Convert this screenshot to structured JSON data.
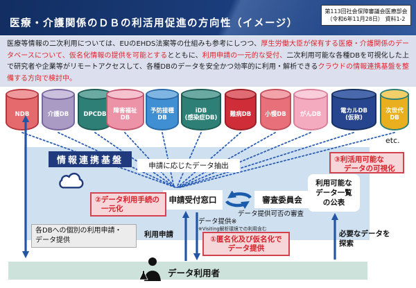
{
  "header": {
    "title": "医療・介護関係のＤＢの利活用促進の方向性（イメージ）",
    "citation_line1": "第113回社会保障審議会医療部会",
    "citation_line2": "（令和6年11月28日） 資料1-2"
  },
  "summary": {
    "segments": [
      {
        "text": "医療等情報の二次利用については、EUのEHDS法案等の仕組みも参考にしつつ、",
        "emphasis": false
      },
      {
        "text": "厚生労働大臣が保有する医療・介護関係のデータベースについて、仮名化情報の提供を可能とする",
        "emphasis": true
      },
      {
        "text": "とともに、",
        "emphasis": false
      },
      {
        "text": "利用申請の一元的な受付、",
        "emphasis": true
      },
      {
        "text": "二次利用可能な各種DBを可視化した上で研究者や企業等がリモートアクセスして、各種DBのデータを安全かつ効率的に利用・解析できる",
        "emphasis": false
      },
      {
        "text": "クラウドの情報連携基盤を整備する方向で検討中。",
        "emphasis": true
      }
    ]
  },
  "databases": [
    {
      "label": "NDB",
      "body": "#e56a6e",
      "top": "#f0999c",
      "border": "#b5383f"
    },
    {
      "label": "介護DB",
      "body": "#a99bc4",
      "top": "#cac0dd",
      "border": "#77659e"
    },
    {
      "label": "DPCDB",
      "body": "#2e8077",
      "top": "#6aaaa2",
      "border": "#1d5c55"
    },
    {
      "label": "障害福祉\nDB",
      "body": "#ec93a8",
      "top": "#f6c2cf",
      "border": "#c4566e"
    },
    {
      "label": "予防接種\nDB",
      "body": "#3f8fd2",
      "top": "#7fb5e3",
      "border": "#2a6aa8"
    },
    {
      "label": "iDB\n(感染症DB)",
      "body": "#2e8077",
      "top": "#6aaaa2",
      "border": "#1d5c55"
    },
    {
      "label": "難病DB",
      "body": "#cf2e39",
      "top": "#e06b72",
      "border": "#9c1f28"
    },
    {
      "label": "小慢DB",
      "body": "#e8707b",
      "top": "#f2a3aa",
      "border": "#c2505c"
    },
    {
      "label": "がんDB",
      "body": "#f4abc0",
      "top": "#f9cdd9",
      "border": "#d87f9a"
    },
    {
      "label": "電カルDB\n(仮称)",
      "body": "#27458f",
      "top": "#4a69ad",
      "border": "#16305f"
    },
    {
      "label": "次世代\nDB",
      "body": "#e9af1e",
      "top": "#f3cf6a",
      "border": "#2e8077"
    }
  ],
  "etc_label": "etc.",
  "platform": {
    "title": "情報連携基盤",
    "extract_label": "申請に応じたデータ抽出",
    "window_label": "申請受付窓口",
    "committee_label": "審査委員会",
    "review_label": "データ提供可否の審査",
    "provision_label": "データ提供※",
    "visiting_note": "※Visiting解析環境での利用含む",
    "list_box_text": "利用可能な\nデータ一覧\nの公表",
    "box1_line1": "①匿名化及び仮名化で",
    "box1_line2": "データ提供",
    "box2_line1": "②データ利用手続の",
    "box2_line2": "一元化",
    "box3_line1": "③利活用可能な",
    "box3_line2": "データの可視化",
    "individual_line1": "各DBへの個別の利用申請・",
    "individual_line2": "データ提供",
    "apply_label": "利用申請",
    "search_label": "必要なデータを\n探索"
  },
  "footer": {
    "user_label": "データ利用者"
  },
  "colors": {
    "accent_red": "#d4232b",
    "arrow_blue": "#2256a5",
    "dotted_blue": "#2b5db5",
    "panel_blue": "#cfe0f1",
    "band_teal": "#cde2da",
    "header_navy": "#1b3d7b"
  }
}
